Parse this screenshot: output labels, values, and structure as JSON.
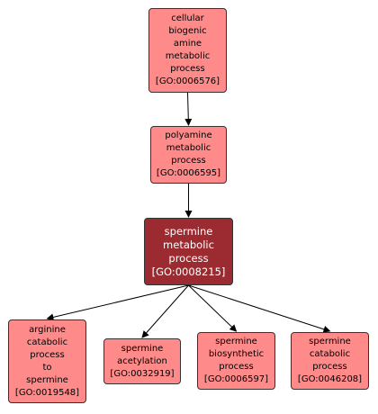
{
  "colors": {
    "node_fill": "#ff8a8a",
    "focus_fill": "#9b2b30",
    "border": "#333333",
    "edge": "#000000"
  },
  "nodes": [
    {
      "id": "GO:0006576",
      "lines": [
        "cellular",
        "biogenic",
        "amine",
        "metabolic",
        "process",
        "[GO:0006576]"
      ]
    },
    {
      "id": "GO:0006595",
      "lines": [
        "polyamine",
        "metabolic",
        "process",
        "[GO:0006595]"
      ]
    },
    {
      "id": "GO:0008215",
      "lines": [
        "spermine",
        "metabolic",
        "process",
        "[GO:0008215]"
      ],
      "focus": true
    },
    {
      "id": "GO:0019548",
      "lines": [
        "arginine",
        "catabolic",
        "process",
        "to",
        "spermine",
        "[GO:0019548]"
      ]
    },
    {
      "id": "GO:0032919",
      "lines": [
        "spermine",
        "acetylation",
        "[GO:0032919]"
      ]
    },
    {
      "id": "GO:0006597",
      "lines": [
        "spermine",
        "biosynthetic",
        "process",
        "[GO:0006597]"
      ]
    },
    {
      "id": "GO:0046208",
      "lines": [
        "spermine",
        "catabolic",
        "process",
        "[GO:0046208]"
      ]
    }
  ],
  "edges": [
    {
      "from": "GO:0006576",
      "to": "GO:0006595"
    },
    {
      "from": "GO:0006595",
      "to": "GO:0008215"
    },
    {
      "from": "GO:0008215",
      "to": "GO:0019548"
    },
    {
      "from": "GO:0008215",
      "to": "GO:0032919"
    },
    {
      "from": "GO:0008215",
      "to": "GO:0006597"
    },
    {
      "from": "GO:0008215",
      "to": "GO:0046208"
    }
  ]
}
